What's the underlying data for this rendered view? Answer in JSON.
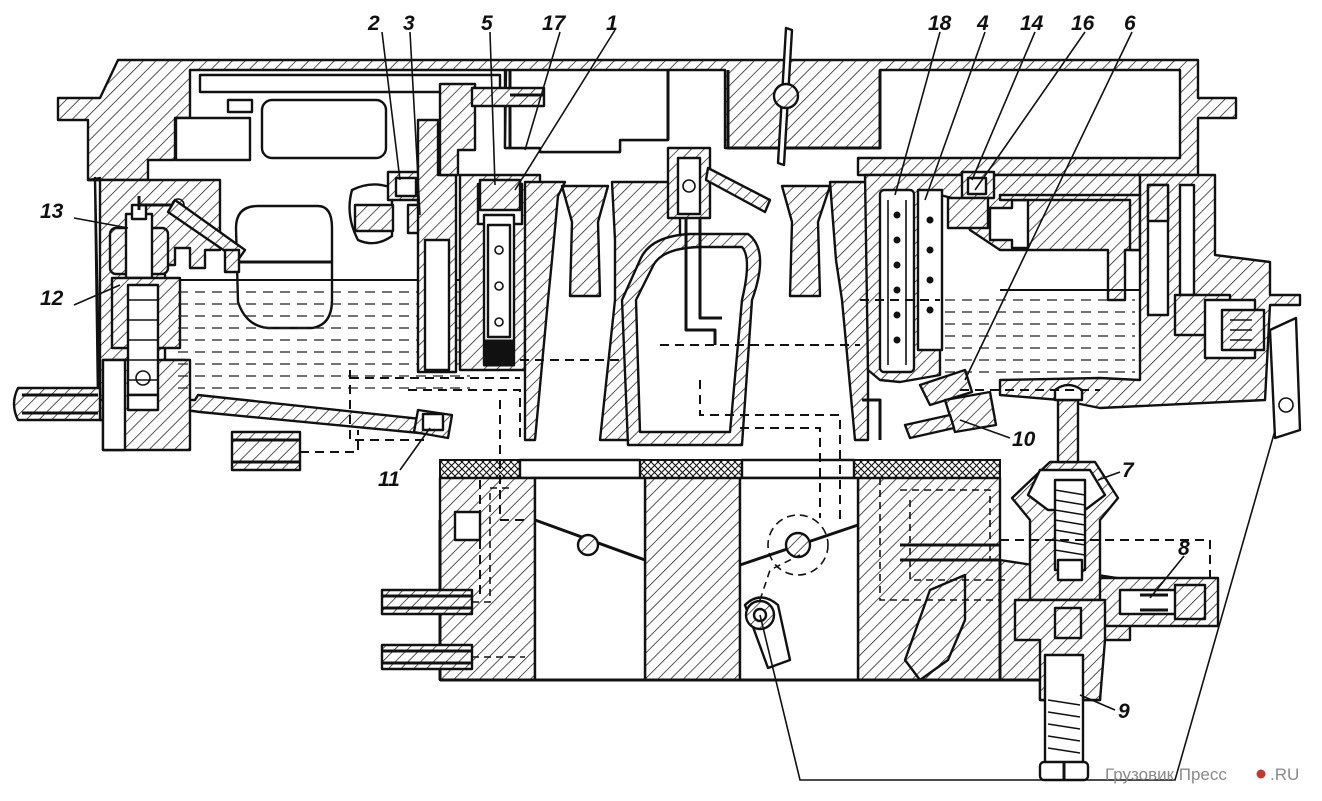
{
  "callouts": [
    {
      "id": "c1",
      "text": "1"
    },
    {
      "id": "c2",
      "text": "2"
    },
    {
      "id": "c3",
      "text": "3"
    },
    {
      "id": "c4",
      "text": "4"
    },
    {
      "id": "c5",
      "text": "5"
    },
    {
      "id": "c6",
      "text": "6"
    },
    {
      "id": "c7",
      "text": "7"
    },
    {
      "id": "c8",
      "text": "8"
    },
    {
      "id": "c9",
      "text": "9"
    },
    {
      "id": "c10",
      "text": "10"
    },
    {
      "id": "c11",
      "text": "11"
    },
    {
      "id": "c12",
      "text": "12"
    },
    {
      "id": "c13",
      "text": "13"
    },
    {
      "id": "c14",
      "text": "14"
    },
    {
      "id": "c16",
      "text": "16"
    },
    {
      "id": "c17",
      "text": "17"
    },
    {
      "id": "c18",
      "text": "18"
    }
  ],
  "watermark": "Грузовик Пресс",
  "watermark_suffix": ".RU"
}
